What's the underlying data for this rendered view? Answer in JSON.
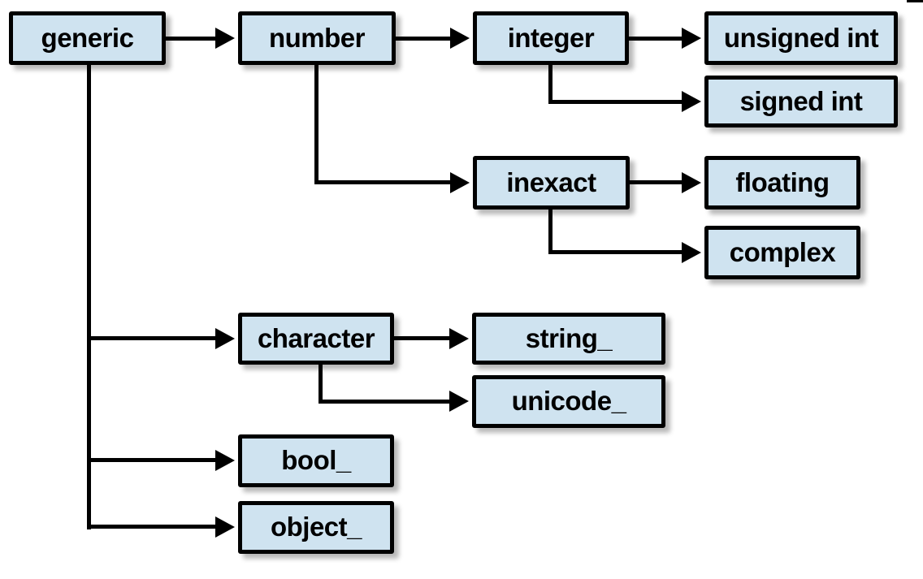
{
  "diagram": {
    "type": "hierarchy-tree",
    "description": "Type hierarchy diagram: generic branches to number, character, bool_ and object_; number branches to integer and inexact; integer branches to unsigned int and signed int; inexact branches to floating and complex; character branches to string_ and unicode_.",
    "nodes": [
      {
        "id": "generic",
        "label": "generic"
      },
      {
        "id": "number",
        "label": "number"
      },
      {
        "id": "integer",
        "label": "integer"
      },
      {
        "id": "unsigned-int",
        "label": "unsigned int"
      },
      {
        "id": "signed-int",
        "label": "signed int"
      },
      {
        "id": "inexact",
        "label": "inexact"
      },
      {
        "id": "floating",
        "label": "floating"
      },
      {
        "id": "complex",
        "label": "complex"
      },
      {
        "id": "character",
        "label": "character"
      },
      {
        "id": "string",
        "label": "string_"
      },
      {
        "id": "unicode",
        "label": "unicode_"
      },
      {
        "id": "bool",
        "label": "bool_"
      },
      {
        "id": "object",
        "label": "object_"
      }
    ],
    "edges": [
      {
        "from": "generic",
        "to": "number"
      },
      {
        "from": "number",
        "to": "integer"
      },
      {
        "from": "integer",
        "to": "unsigned-int"
      },
      {
        "from": "integer",
        "to": "signed-int"
      },
      {
        "from": "number",
        "to": "inexact"
      },
      {
        "from": "inexact",
        "to": "floating"
      },
      {
        "from": "inexact",
        "to": "complex"
      },
      {
        "from": "generic",
        "to": "character"
      },
      {
        "from": "character",
        "to": "string"
      },
      {
        "from": "character",
        "to": "unicode"
      },
      {
        "from": "generic",
        "to": "bool"
      },
      {
        "from": "generic",
        "to": "object"
      }
    ],
    "colors": {
      "node_fill": "#cfe3f0",
      "node_border": "#000000",
      "connector": "#000000",
      "background": "#ffffff"
    }
  }
}
